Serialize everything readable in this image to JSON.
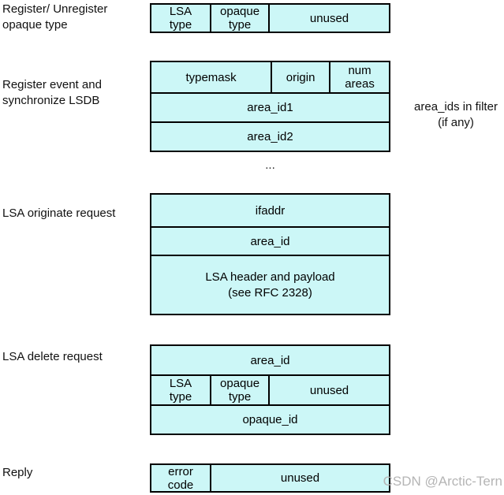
{
  "diagram": {
    "colors": {
      "cell_fill": "#ccf7f7",
      "border": "#000000",
      "text": "#111111",
      "watermark": "#b5b5b5"
    },
    "messages": [
      {
        "label": "Register/ Unregister\nopaque type",
        "rows": [
          [
            "LSA\ntype",
            "opaque\ntype",
            "unused"
          ]
        ]
      },
      {
        "label": "Register event and\nsynchronize LSDB",
        "rows": [
          [
            "typemask",
            "origin",
            "num\nareas"
          ],
          [
            "area_id1"
          ],
          [
            "area_id2"
          ]
        ],
        "continuation": "...",
        "side_note": "area_ids in filter\n(if any)"
      },
      {
        "label": "LSA originate request",
        "rows": [
          [
            "ifaddr"
          ],
          [
            "area_id"
          ],
          [
            "LSA header and payload\n(see RFC 2328)"
          ]
        ]
      },
      {
        "label": "LSA delete request",
        "rows": [
          [
            "area_id"
          ],
          [
            "LSA\ntype",
            "opaque\ntype",
            "unused"
          ],
          [
            "opaque_id"
          ]
        ]
      },
      {
        "label": "Reply",
        "rows": [
          [
            "error\ncode",
            "unused"
          ]
        ]
      }
    ],
    "watermark": "CSDN @Arctic-Tern"
  }
}
